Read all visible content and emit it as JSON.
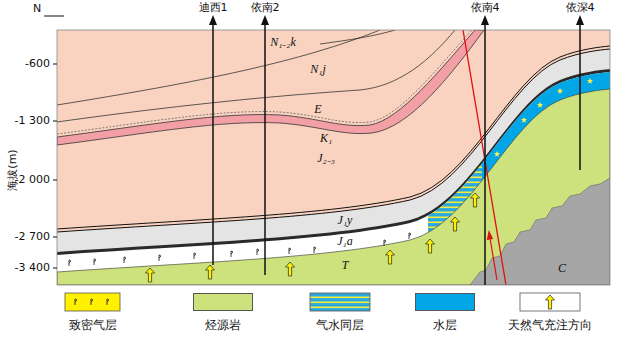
{
  "diagram": {
    "labels": [
      "N",
      "迪西1",
      "依南2",
      "依南4",
      "依深4",
      "海拔(m)",
      "-600",
      "-1 300",
      "-2 000",
      "-2 700",
      "-3 400",
      "N₁₋₂k",
      "N₁j",
      "E",
      "K₁",
      "J₂₋₃",
      "J₁y",
      "J₁a",
      "T",
      "C"
    ],
    "legend": [
      {
        "text": "致密气层"
      },
      {
        "text": "烃源岩",
        "color": "#cde17c"
      },
      {
        "text": "气水同层"
      },
      {
        "text": "水层",
        "color": "#00a6e6"
      },
      {
        "text": "天然气充注方向"
      }
    ]
  }
}
